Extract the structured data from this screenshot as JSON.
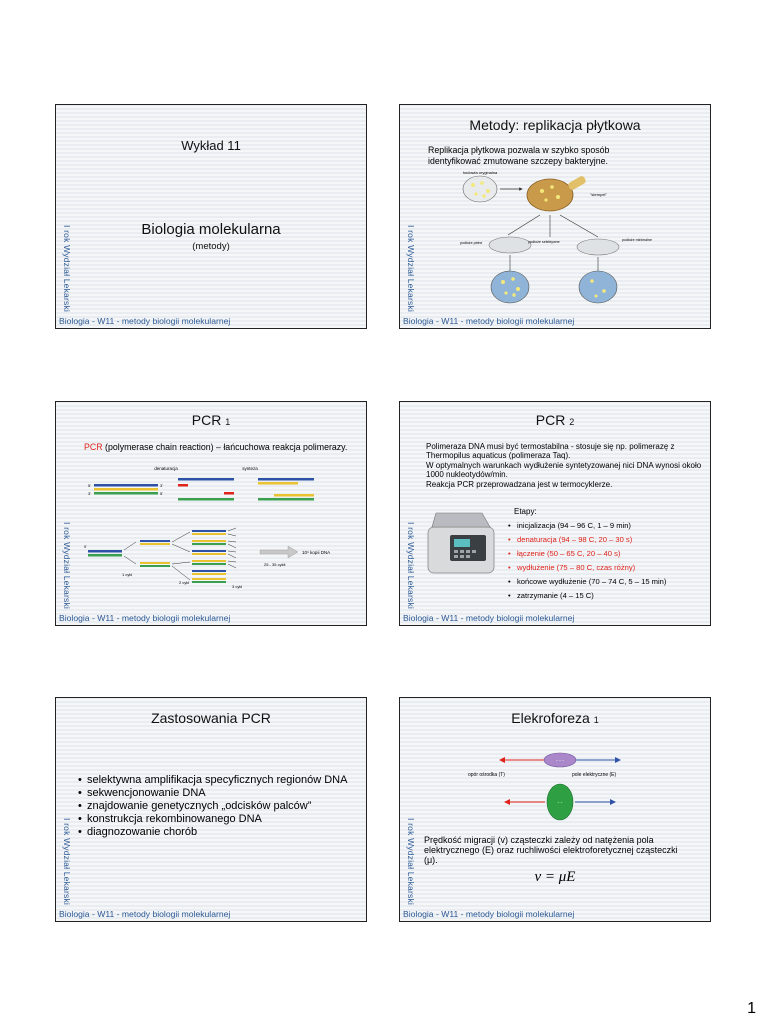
{
  "common": {
    "side_label": "I rok Wydział Lekarski",
    "footer": "Biologia - W11 - metody biologii molekularnej"
  },
  "slide1": {
    "lecture": "Wykład 11",
    "title": "Biologia molekularna",
    "subtitle": "(metody)"
  },
  "slide2": {
    "title": "Metody: replikacja płytkowa",
    "text": "Replikacja płytkowa pozwala w szybko sposób identyfikować zmutowane szczepy bakteryjne.",
    "labels": {
      "original": "hodowla oryginalna",
      "stamp": "\"stempel\"",
      "plate_a": "podłoże pełne",
      "plate_b": "podłoże selektywne",
      "plate_c": "podłoże minimalne"
    }
  },
  "slide3": {
    "title": "PCR",
    "title_num": "1",
    "pcr": "PCR",
    "text": " (polymerase chain reaction) – łańcuchowa reakcja polimerazy.",
    "labels": {
      "denat": "denaturacja",
      "synth": "synteza",
      "p5": "5'",
      "p3": "3'",
      "c1": "1 cykl",
      "c2": "2 cykl",
      "c3": "3 cykl",
      "copies": "10⁹ kopii DNA",
      "cycles": "25 - 35 cykli"
    }
  },
  "slide4": {
    "title": "PCR",
    "title_num": "2",
    "p1": "Polimeraza DNA musi być termostabilna - stosuje się np. polimerazę z Thermopilus aquaticus (polimeraza Taq).",
    "p2": "W optymalnych warunkach wydłużenie syntetyzowanej nici DNA wynosi około 1000 nukleotydów/min.",
    "p3": "Reakcja PCR przeprowadzana jest w termocyklerze.",
    "etapy": "Etapy:",
    "steps": [
      "inicjalizacja (94 – 96 C, 1 – 9 min)",
      "denaturacja (94 – 98 C, 20 – 30 s)",
      "łączenie (50 – 65 C, 20 – 40 s)",
      "wydłużenie (75 – 80 C, czas różny)",
      "końcowe wydłużenie (70 – 74 C, 5 – 15 min)",
      "zatrzymanie (4 – 15 C)"
    ],
    "step_colors": [
      "#000000",
      "#e0231c",
      "#e0231c",
      "#e0231c",
      "#000000",
      "#000000"
    ]
  },
  "slide5": {
    "title": "Zastosowania PCR",
    "items": [
      "selektywna amplifikacja specyficznych regionów DNA",
      "sekwencjonowanie DNA",
      "znajdowanie genetycznych „odcisków palców”",
      "konstrukcja rekombinowanego DNA",
      "diagnozowanie chorób"
    ]
  },
  "slide6": {
    "title": "Elekroforeza",
    "title_num": "1",
    "label_left": "opór ośrodka (T)",
    "label_right": "pole elektryczne (E)",
    "text": "Prędkość migracji (v) cząsteczki zależy od natężenia pola elektrycznego (E) oraz ruchliwości elektroforetycznej cząsteczki (μ).",
    "formula": "v = μE"
  },
  "page_number": "1"
}
